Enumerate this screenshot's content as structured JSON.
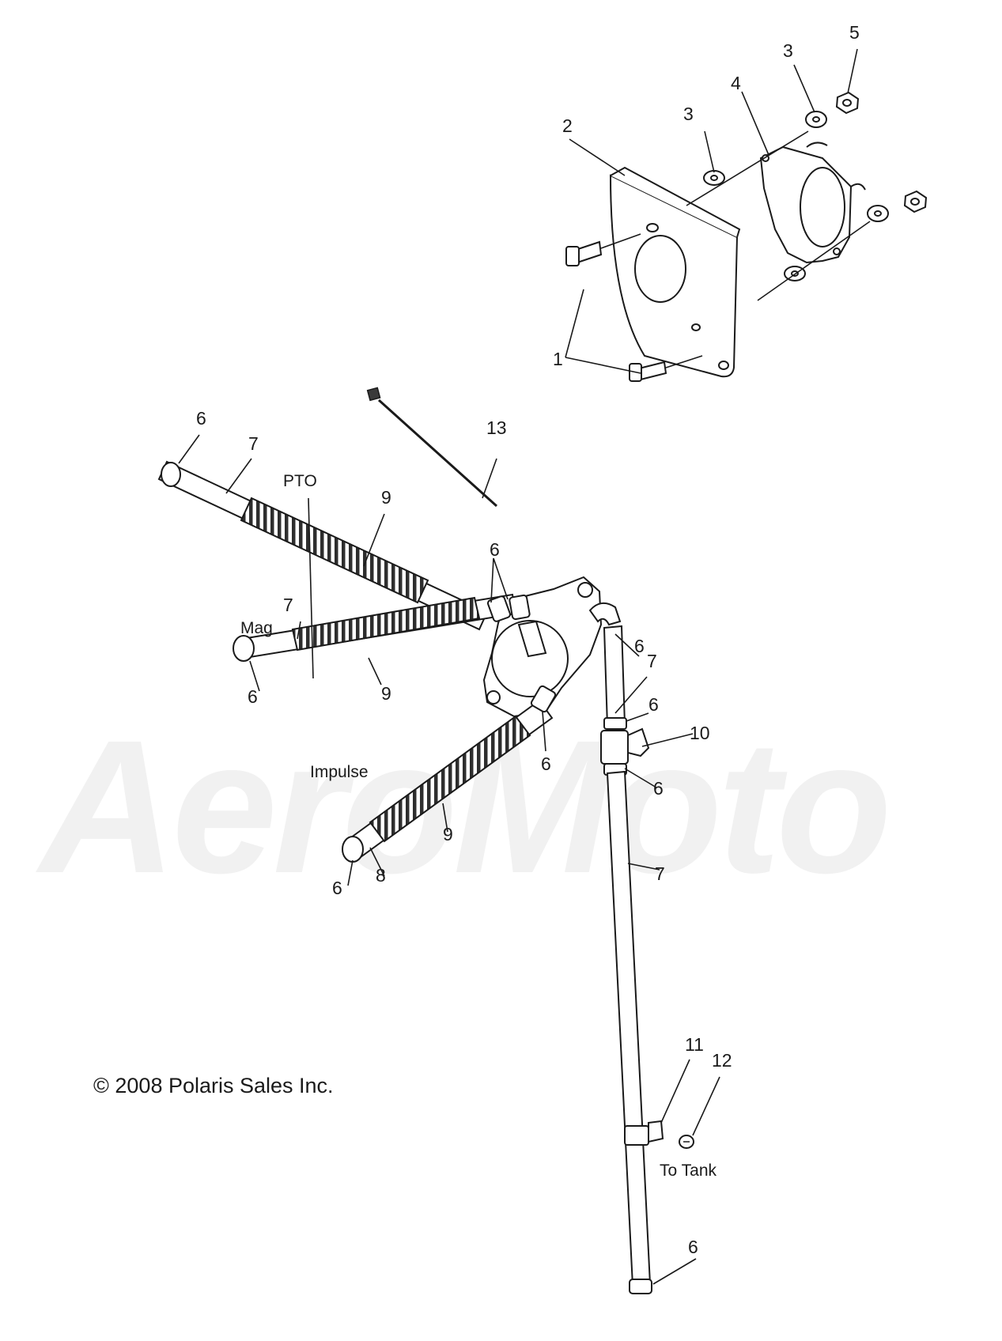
{
  "watermark": {
    "text": "AeroMoto"
  },
  "copyright": "© 2008 Polaris Sales Inc.",
  "annotations": {
    "pto": "PTO",
    "mag": "Mag",
    "impulse": "Impulse",
    "to_tank": "To Tank"
  },
  "callouts": {
    "c1": "1",
    "c2": "2",
    "c3a": "3",
    "c3b": "3",
    "c4": "4",
    "c5": "5",
    "c6_pto_end": "6",
    "c6_pump_pair": "6",
    "c6_mag_end": "6",
    "c6_pump_out": "6",
    "c6_tee_top": "6",
    "c6_impulse_pump": "6",
    "c6_tee_bottom": "6",
    "c6_impulse_end": "6",
    "c6_tank_end": "6",
    "c7_pto": "7",
    "c7_mag": "7",
    "c7_upper": "7",
    "c7_lower": "7",
    "c8": "8",
    "c9_pto": "9",
    "c9_mag": "9",
    "c9_impulse": "9",
    "c10": "10",
    "c11": "11",
    "c12": "12",
    "c13": "13"
  }
}
